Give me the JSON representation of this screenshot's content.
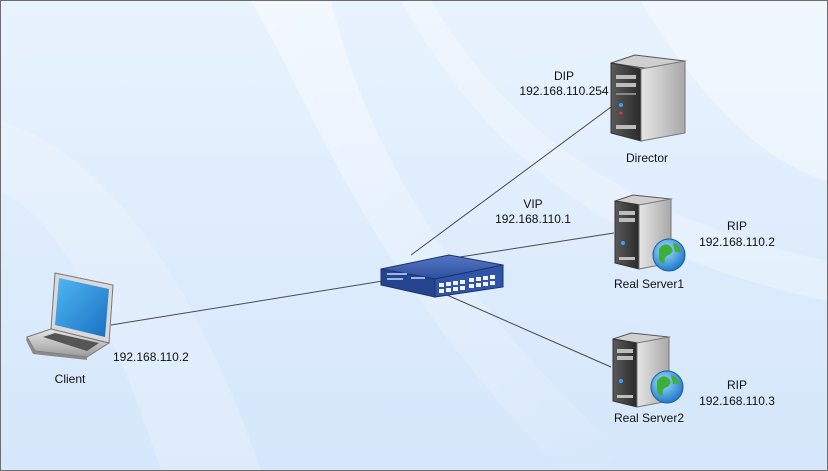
{
  "client": {
    "label": "Client",
    "ip": "192.168.110.2"
  },
  "switch": {
    "vip_label": "VIP",
    "vip": "192.168.110.1"
  },
  "director": {
    "label": "Director",
    "dip_label": "DIP",
    "dip": "192.168.110.254"
  },
  "real_server1": {
    "label": "Real Server1",
    "rip_label": "RIP",
    "rip": "192.168.110.2"
  },
  "real_server2": {
    "label": "Real Server2",
    "rip_label": "RIP",
    "rip": "192.168.110.3"
  },
  "icons": {
    "client": "laptop-icon",
    "switch": "network-switch-icon",
    "director": "server-icon",
    "real_server1": "web-server-icon",
    "real_server2": "web-server-icon"
  },
  "colors": {
    "background": "#dcebfc",
    "link": "#4a4a4a",
    "switch_body": "#2c4f9e"
  }
}
